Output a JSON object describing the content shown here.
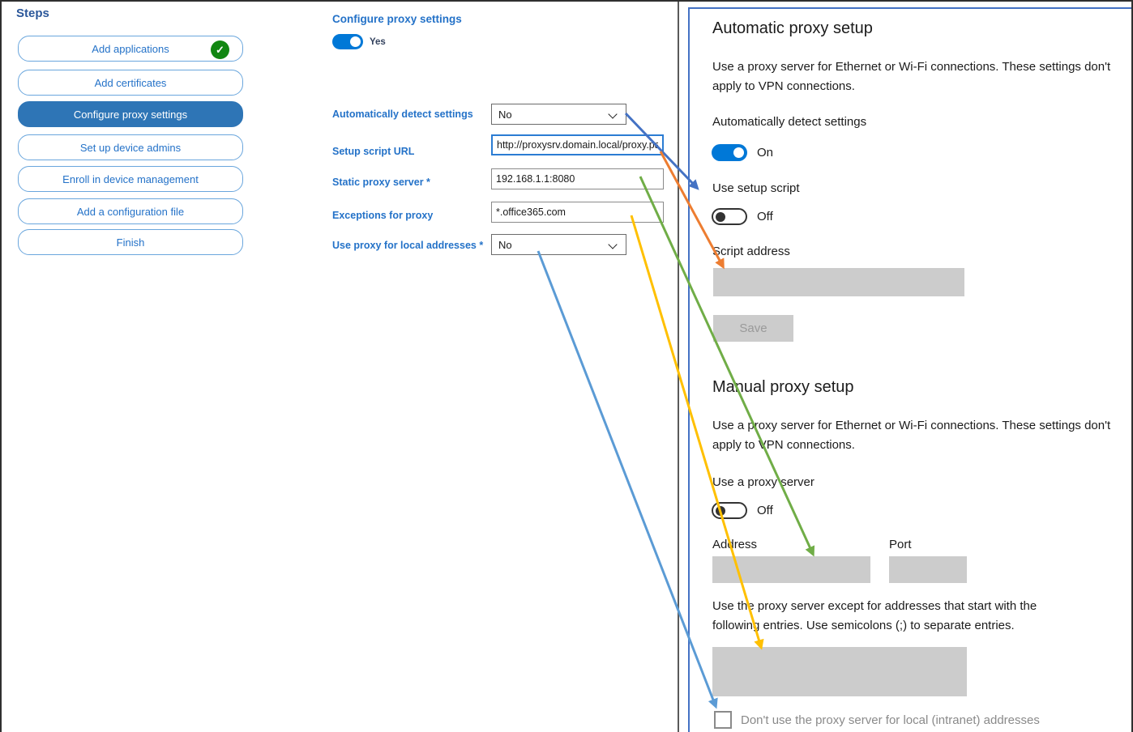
{
  "sidebar": {
    "title": "Steps",
    "items": [
      {
        "label": "Add applications",
        "selected": false,
        "completed": true
      },
      {
        "label": "Add certificates",
        "selected": false,
        "completed": false
      },
      {
        "label": "Configure proxy settings",
        "selected": true,
        "completed": false
      },
      {
        "label": "Set up device admins",
        "selected": false,
        "completed": false
      },
      {
        "label": "Enroll in device management",
        "selected": false,
        "completed": false
      },
      {
        "label": "Add a configuration file",
        "selected": false,
        "completed": false
      },
      {
        "label": "Finish",
        "selected": false,
        "completed": false
      }
    ]
  },
  "form": {
    "title": "Configure proxy settings",
    "enable_toggle": {
      "state": "on",
      "label": "Yes"
    },
    "fields": [
      {
        "label": "Automatically detect settings",
        "type": "select",
        "value": "No"
      },
      {
        "label": "Setup script URL",
        "type": "text",
        "value": "http://proxysrv.domain.local/proxy.pa",
        "focused": true
      },
      {
        "label": "Static proxy server *",
        "type": "text",
        "value": "192.168.1.1:8080"
      },
      {
        "label": "Exceptions for proxy",
        "type": "text",
        "value": "*.office365.com"
      },
      {
        "label": "Use proxy for local addresses *",
        "type": "select",
        "value": "No"
      }
    ]
  },
  "settings_panel": {
    "automatic": {
      "heading": "Automatic proxy setup",
      "description": "Use a proxy server for Ethernet or Wi-Fi connections. These settings don't apply to VPN connections.",
      "auto_detect_label": "Automatically detect settings",
      "auto_detect_state": "On",
      "setup_script_label": "Use setup script",
      "setup_script_state": "Off",
      "script_address_label": "Script address",
      "save_label": "Save"
    },
    "manual": {
      "heading": "Manual proxy setup",
      "description": "Use a proxy server for Ethernet or Wi-Fi connections. These settings don't apply to VPN connections.",
      "proxy_server_label": "Use a proxy server",
      "proxy_server_state": "Off",
      "address_label": "Address",
      "port_label": "Port",
      "exceptions_description": "Use the proxy server except for addresses that start with the following entries. Use semicolons (;) to separate entries.",
      "local_addresses_checkbox_label": "Don't use the proxy server for local (intranet) addresses",
      "local_addresses_checked": false
    }
  },
  "colors": {
    "accent_toggle_blue": "#0078d7",
    "step_selected_blue": "#2e75b6",
    "panel_border_blue": "#4472c4",
    "completed_green": "#128712",
    "disabled_gray": "#cccccc",
    "arrow_dark_blue": "#4472c4",
    "arrow_orange": "#ed7d31",
    "arrow_green": "#70ad47",
    "arrow_yellow": "#ffc000",
    "arrow_light_blue": "#5b9bd5"
  }
}
